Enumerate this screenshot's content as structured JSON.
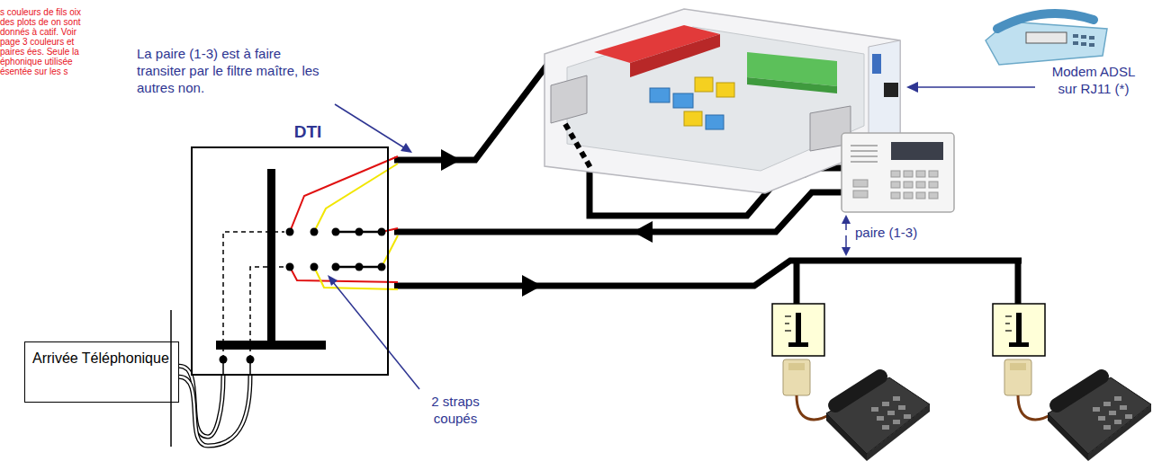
{
  "diagram": {
    "nodes": [
      {
        "text": [
          "Arrivée Téléphonique"
        ]
      },
      {
        "text": [
          "DTI"
        ]
      }
    ],
    "edges": [
      {
        "from": 0,
        "to": 1,
        "arrow": "none"
      }
    ],
    "labels": [
      "s couleurs de fils oix des plots de on sont donnés à catif. Voir page 3 couleurs et paires ées. Seule la éphonique utilisée ésentée sur les s",
      "La paire (1-3) est à faire transiter par le filtre maître, les autres non.",
      "Modem ADSL sur RJ11 (*)",
      "paire (1-3)",
      "2 straps coupés"
    ]
  }
}
